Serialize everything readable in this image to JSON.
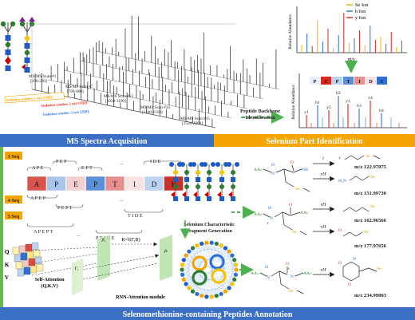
{
  "banners": {
    "ms_acquisition": "MS Spectra Acquisition",
    "selenium_identification": "Selenium Part Identification",
    "annotation": "Selenomethionine-containing Peptides Annotation"
  },
  "scans": [
    {
      "label": "MS/MS Scan #1",
      "range": "[100-200]"
    },
    {
      "label": "MS/MS Scan #7",
      "range": "[700-800]"
    },
    {
      "label": "MS/MS Scan #13",
      "range": "[1050-1100]"
    },
    {
      "label": "MS/MS Scan #14",
      "range": "[1100-1150]"
    },
    {
      "label": "MS/MS Scan #15",
      "range": "[1550-2000]"
    }
  ],
  "isolation_windows": [
    {
      "label": "Isolation window 1 m/z [1][0]",
      "color": "#f5a200"
    },
    {
      "label": "Isolation window 2 m/z [1][1]",
      "color": "#d6281f"
    },
    {
      "label": "Isolation window 3 m/z [2][0]",
      "color": "#2f6fd6"
    }
  ],
  "peptide_backbone_label": [
    "Peptide Backbone",
    "Identification"
  ],
  "top_spectrum": {
    "ylabel": "Relative Abundance",
    "xlabel": "m/z",
    "legend": [
      {
        "label": "Se Ion",
        "color": "#f0b400"
      },
      {
        "label": "b Ion",
        "color": "#2f6fd6"
      },
      {
        "label": "y Ion",
        "color": "#d6281f"
      }
    ]
  },
  "bottom_spectrum": {
    "ylabel": "Relative Abundance",
    "xlabel": "m/z",
    "sequence": [
      "P",
      "E",
      "P",
      "T",
      "I",
      "D",
      "E"
    ],
    "ion_labels": [
      "y1",
      "b1",
      "y2",
      "b2",
      "y3",
      "b3",
      "y4",
      "b4"
    ]
  },
  "sequence_panel": {
    "seq_labels": [
      "3 Seq",
      "4 Seq",
      "5 Seq"
    ],
    "main_sequence": [
      "A",
      "P",
      "E",
      "P",
      "T",
      "I",
      "D",
      "E"
    ],
    "main_colors": [
      "#d9534f",
      "#a9c6ea",
      "#f2d0d0",
      "#5b8fd6",
      "#e88f8f",
      "#f7e3e3",
      "#bcd3f0",
      "#c8302a"
    ],
    "three_mers_top": [
      "A P E",
      "P E P",
      "E P T",
      "I D E"
    ],
    "four_mers": [
      "A P E P",
      "P E P T",
      "T I D E"
    ],
    "five_mers": [
      "A P E P T",
      "P T I D E"
    ],
    "ellipsis": "..."
  },
  "attention_panel": {
    "q_label": "Q",
    "k_label": "K",
    "v_label": "V",
    "self_attention_label": "Self-Attention",
    "qkv_label": "(Q,K,V)",
    "beta_label": "β₁",
    "gamma_label": "Γ₁",
    "beta_t_label": "βₜ",
    "r_formula": "R=f(Γ,B)",
    "rnn_label": "RNN-Attention module"
  },
  "fragment_generation_label": [
    "Selenium Characteristic",
    "Fragment Generation"
  ],
  "fragments": [
    {
      "reaction": "i",
      "mz": "m/z 122.97075"
    },
    {
      "reaction": "rH",
      "mz": "m/z 151.99730"
    },
    {
      "reaction": "rH",
      "mz": "m/z 162.96566"
    },
    {
      "reaction": "rH",
      "mz": "m/z 177.97656"
    },
    {
      "reaction": "rH",
      "mz": "m/z 234.99803"
    }
  ],
  "structure_labels": {
    "aa_n": "AAₙ",
    "aa_c": "AAc",
    "nh": "NH",
    "se": "Se",
    "h2n": "H₂N",
    "o": "O",
    "n": "N",
    "h": "H",
    "plus": "+"
  }
}
